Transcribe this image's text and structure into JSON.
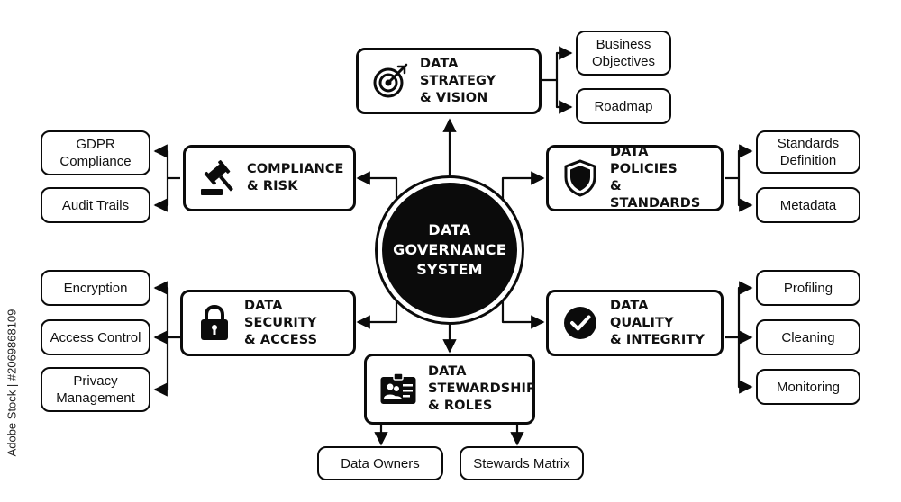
{
  "hub": {
    "label": "DATA\nGOVERNANCE\nSYSTEM"
  },
  "branches": {
    "strategy": {
      "label": "DATA STRATEGY\n& VISION",
      "icon": "target-icon",
      "items": [
        "Business\nObjectives",
        "Roadmap"
      ]
    },
    "policies": {
      "label": "DATA POLICIES\n& STANDARDS",
      "icon": "shield-icon",
      "items": [
        "Standards\nDefinition",
        "Metadata"
      ]
    },
    "quality": {
      "label": "DATA QUALITY\n& INTEGRITY",
      "icon": "checkmark-circle-icon",
      "items": [
        "Profiling",
        "Cleaning",
        "Monitoring"
      ]
    },
    "stewardship": {
      "label": "DATA\nSTEWARDSHIP\n& ROLES",
      "icon": "id-card-people-icon",
      "items": [
        "Data Owners",
        "Stewards Matrix"
      ]
    },
    "security": {
      "label": "DATA SECURITY\n& ACCESS",
      "icon": "padlock-icon",
      "items": [
        "Encryption",
        "Access Control",
        "Privacy\nManagement"
      ]
    },
    "compliance": {
      "label": "COMPLIANCE\n& RISK",
      "icon": "gavel-icon",
      "items": [
        "GDPR\nCompliance",
        "Audit Trails"
      ]
    }
  },
  "credit": "Adobe Stock | #2069868109"
}
